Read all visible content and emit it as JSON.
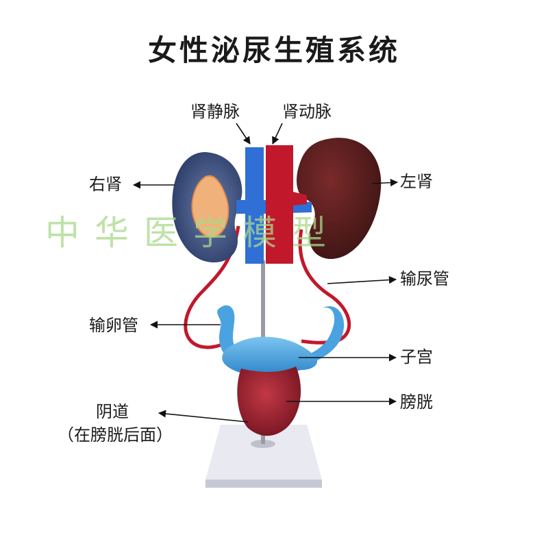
{
  "title": "女性泌尿生殖系统",
  "watermark": "中华医学模型",
  "labels": {
    "renal_vein": "肾静脉",
    "renal_artery": "肾动脉",
    "right_kidney": "右肾",
    "left_kidney": "左肾",
    "ureter": "输尿管",
    "fallopian_tube": "输卵管",
    "uterus": "子宫",
    "vagina_line1": "阴道",
    "vagina_line2": "（在膀胱后面）",
    "bladder": "膀胱"
  },
  "colors": {
    "vein": "#2f6fd6",
    "artery": "#c2182b",
    "left_kidney": "#5a1f1f",
    "right_kidney_cortex": "#4a5f8e",
    "uterus_blue": "#4aa3e0",
    "bladder": "#a3222e",
    "stand": "#dcdde8"
  }
}
